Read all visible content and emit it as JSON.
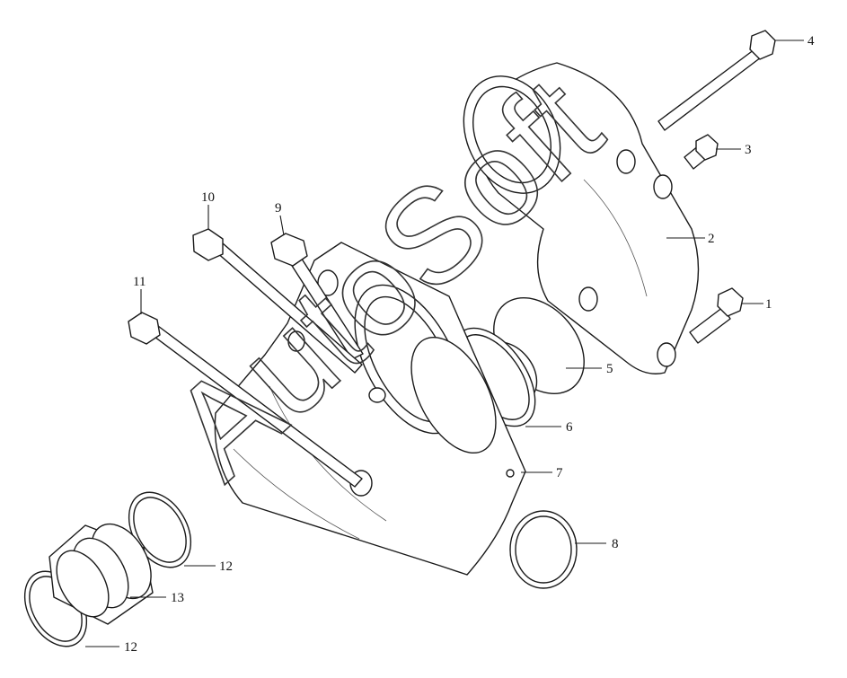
{
  "diagram": {
    "watermark": "AutoSoft",
    "callouts": [
      "1",
      "2",
      "3",
      "4",
      "5",
      "6",
      "7",
      "8",
      "9",
      "10",
      "11",
      "12",
      "12",
      "13"
    ]
  }
}
